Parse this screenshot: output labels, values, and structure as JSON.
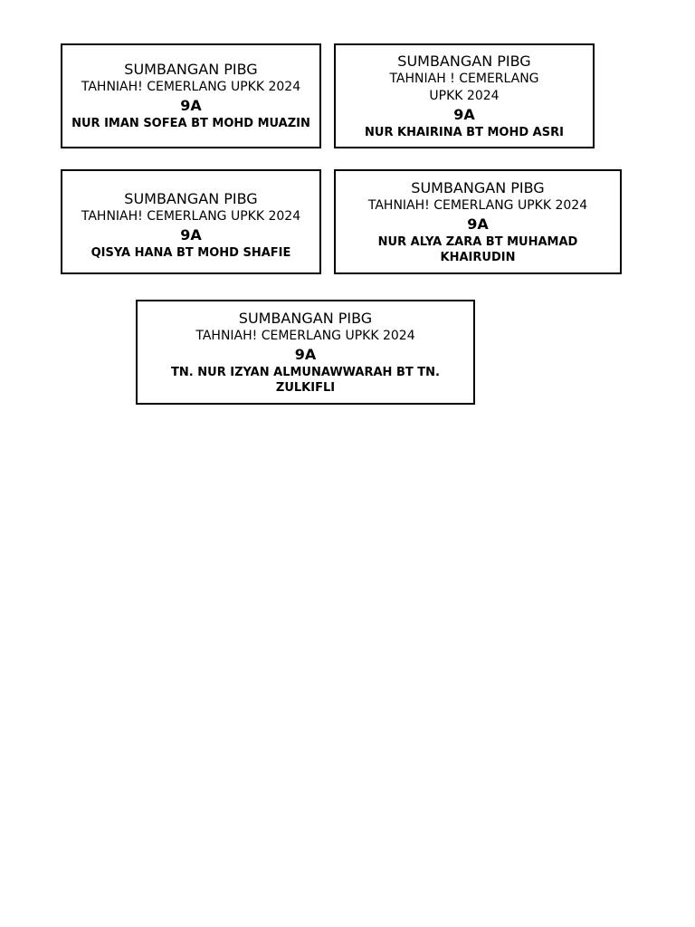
{
  "labels": [
    {
      "heading": "SUMBANGAN PIBG",
      "subline": "TAHNIAH! CEMERLANG UPKK 2024",
      "grade": "9A",
      "student": "NUR IMAN SOFEA BT MOHD MUAZIN"
    },
    {
      "heading": "SUMBANGAN PIBG",
      "subline": "TAHNIAH ! CEMERLANG UPKK 2024",
      "grade": "9A",
      "student": "NUR KHAIRINA BT MOHD ASRI"
    },
    {
      "heading": "SUMBANGAN PIBG",
      "subline": "TAHNIAH! CEMERLANG UPKK 2024",
      "grade": "9A",
      "student": "QISYA HANA BT MOHD SHAFIE"
    },
    {
      "heading": "SUMBANGAN PIBG",
      "subline": "TAHNIAH! CEMERLANG UPKK 2024",
      "grade": "9A",
      "student": "NUR ALYA ZARA BT MUHAMAD KHAIRUDIN"
    },
    {
      "heading": "SUMBANGAN PIBG",
      "subline": "TAHNIAH! CEMERLANG UPKK 2024",
      "grade": "9A",
      "student": "TN. NUR IZYAN ALMUNAWWARAH BT TN. ZULKIFLI"
    }
  ]
}
